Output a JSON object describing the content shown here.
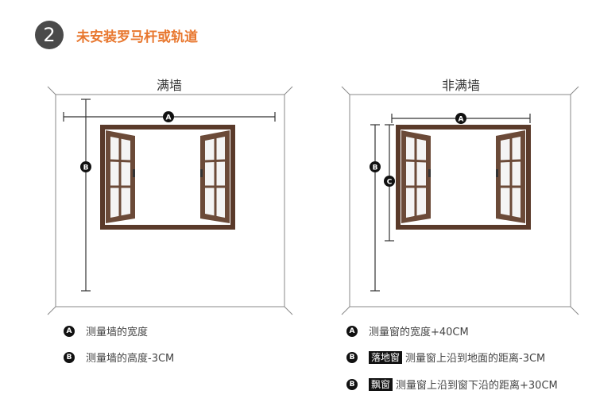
{
  "header": {
    "step_number": "2",
    "title": "未安装罗马杆或轨道"
  },
  "panels": {
    "full_wall": {
      "title": "满墙",
      "marker_a": "A",
      "marker_b": "B"
    },
    "non_full_wall": {
      "title": "非满墙",
      "marker_a": "A",
      "marker_b": "B",
      "marker_c": "C"
    }
  },
  "legend_left": [
    {
      "icon": "A",
      "text": "测量墙的宽度"
    },
    {
      "icon": "B",
      "text": "测量墙的高度-3CM"
    }
  ],
  "legend_right": [
    {
      "icon": "A",
      "tag": "",
      "text": "测量窗的宽度+40CM"
    },
    {
      "icon": "B",
      "tag": "落地窗",
      "text": "测量窗上沿到地面的距离-3CM"
    },
    {
      "icon": "B",
      "tag": "飘窗",
      "text": "测量窗上沿到窗下沿的距离+30CM"
    }
  ],
  "colors": {
    "accent": "#e8772e",
    "frame": "#5a3a2a",
    "line": "#333333"
  }
}
